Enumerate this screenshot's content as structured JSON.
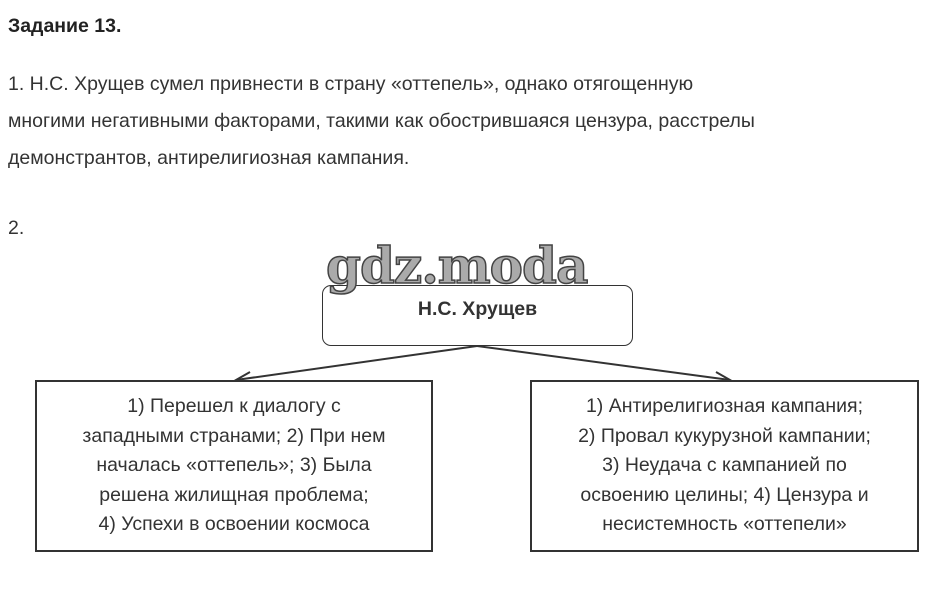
{
  "title": "Задание 13.",
  "paragraph1": [
    "1. Н.С. Хрущев сумел привнести в страну «оттепель», однако отягощенную",
    "многими негативными факторами, такими как обострившаяся цензура, расстрелы",
    "демонстрантов, антирелигиозная кампания."
  ],
  "paragraph2": "2.",
  "watermark": "gdz.moda",
  "diagram": {
    "root": "Н.С. Хрущев",
    "left": [
      "1) Перешел к диалогу с",
      "западными странами; 2) При нем",
      "началась «оттепель»; 3) Была",
      "решена жилищная проблема;",
      "4) Успехи в освоении космоса"
    ],
    "right": [
      "1) Антирелигиозная кампания;",
      "2) Провал кукурузной кампании;",
      "3) Неудача с кампанией по",
      "освоению целины; 4) Цензура и",
      "несистемность «оттепели»"
    ]
  }
}
